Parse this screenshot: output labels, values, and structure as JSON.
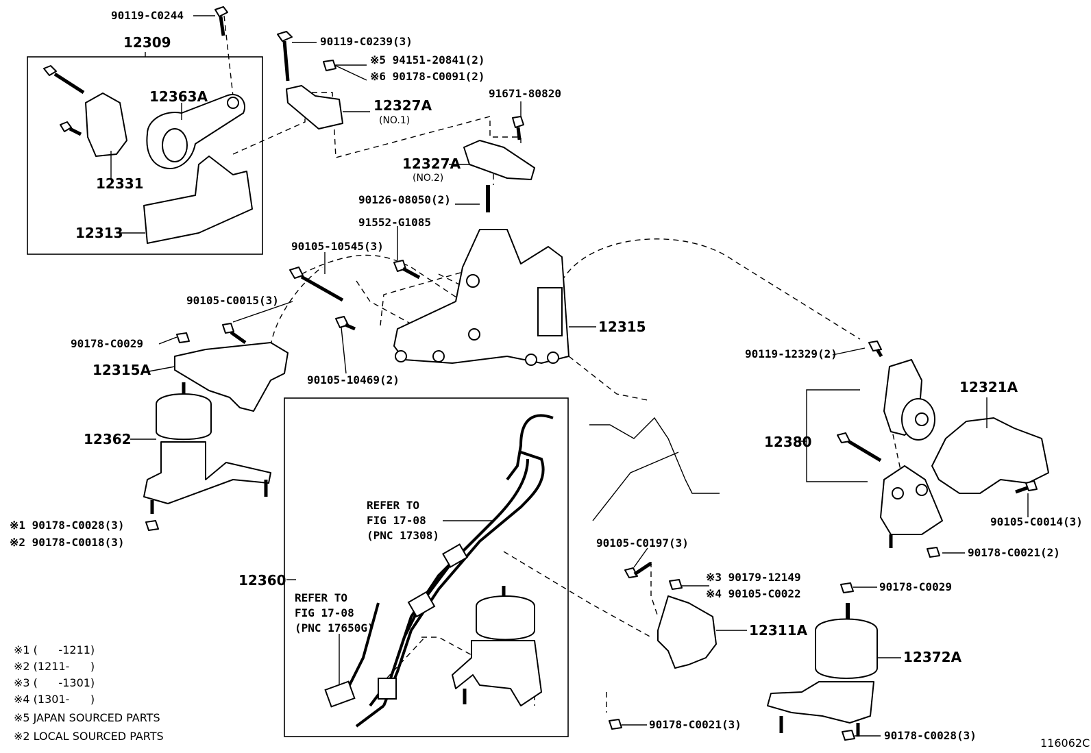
{
  "parts": {
    "p90119_C0244": "90119-C0244",
    "p12309": "12309",
    "p12363A": "12363A",
    "p12331": "12331",
    "p12313": "12313",
    "p90119_C0239": "90119-C0239(3)",
    "n5_94151": "※5 94151-20841(2)",
    "n6_90178_C0091": "※6 90178-C0091(2)",
    "p12327A_1": "12327A",
    "p12327A_1_sub": "(NO.1)",
    "p91671": "91671-80820",
    "p12327A_2": "12327A",
    "p12327A_2_sub": "(NO.2)",
    "p90126": "90126-08050(2)",
    "p91552": "91552-G1085",
    "p90105_10545": "90105-10545(3)",
    "p90105_C0015": "90105-C0015(3)",
    "p12315": "12315",
    "p90178_C0029_l": "90178-C0029",
    "p12315A": "12315A",
    "p90105_10469": "90105-10469(2)",
    "p12362": "12362",
    "n1_90178_C0028": "※1 90178-C0028(3)",
    "n2_90178_C0018": "※2 90178-C0018(3)",
    "p90119_12329": "90119-12329(2)",
    "p12321A": "12321A",
    "p12380": "12380",
    "p90105_C0014": "90105-C0014(3)",
    "p90178_C0021_2": "90178-C0021(2)",
    "p90105_C0197": "90105-C0197(3)",
    "n3_90179": "※3 90179-12149",
    "n4_90105_C0022": "※4 90105-C0022",
    "p90178_C0029_r": "90178-C0029",
    "p12311A": "12311A",
    "p12372A": "12372A",
    "p12360": "12360",
    "p90178_C0021_3": "90178-C0021(3)",
    "p90178_C0028_3": "90178-C0028(3)"
  },
  "refs": {
    "r1_line1": "REFER TO",
    "r1_line2": "FIG 17-08",
    "r1_line3": "(PNC 17308)",
    "r2_line1": "REFER TO",
    "r2_line2": "FIG 17-08",
    "r2_line3": "(PNC 17650G)"
  },
  "notes": [
    "※1 (      -1211)",
    "※2 (1211-      )",
    "※3 (      -1301)",
    "※4 (1301-      )",
    "※5 JAPAN SOURCED PARTS",
    "※2 LOCAL SOURCED PARTS"
  ],
  "figure_code": "116062C"
}
